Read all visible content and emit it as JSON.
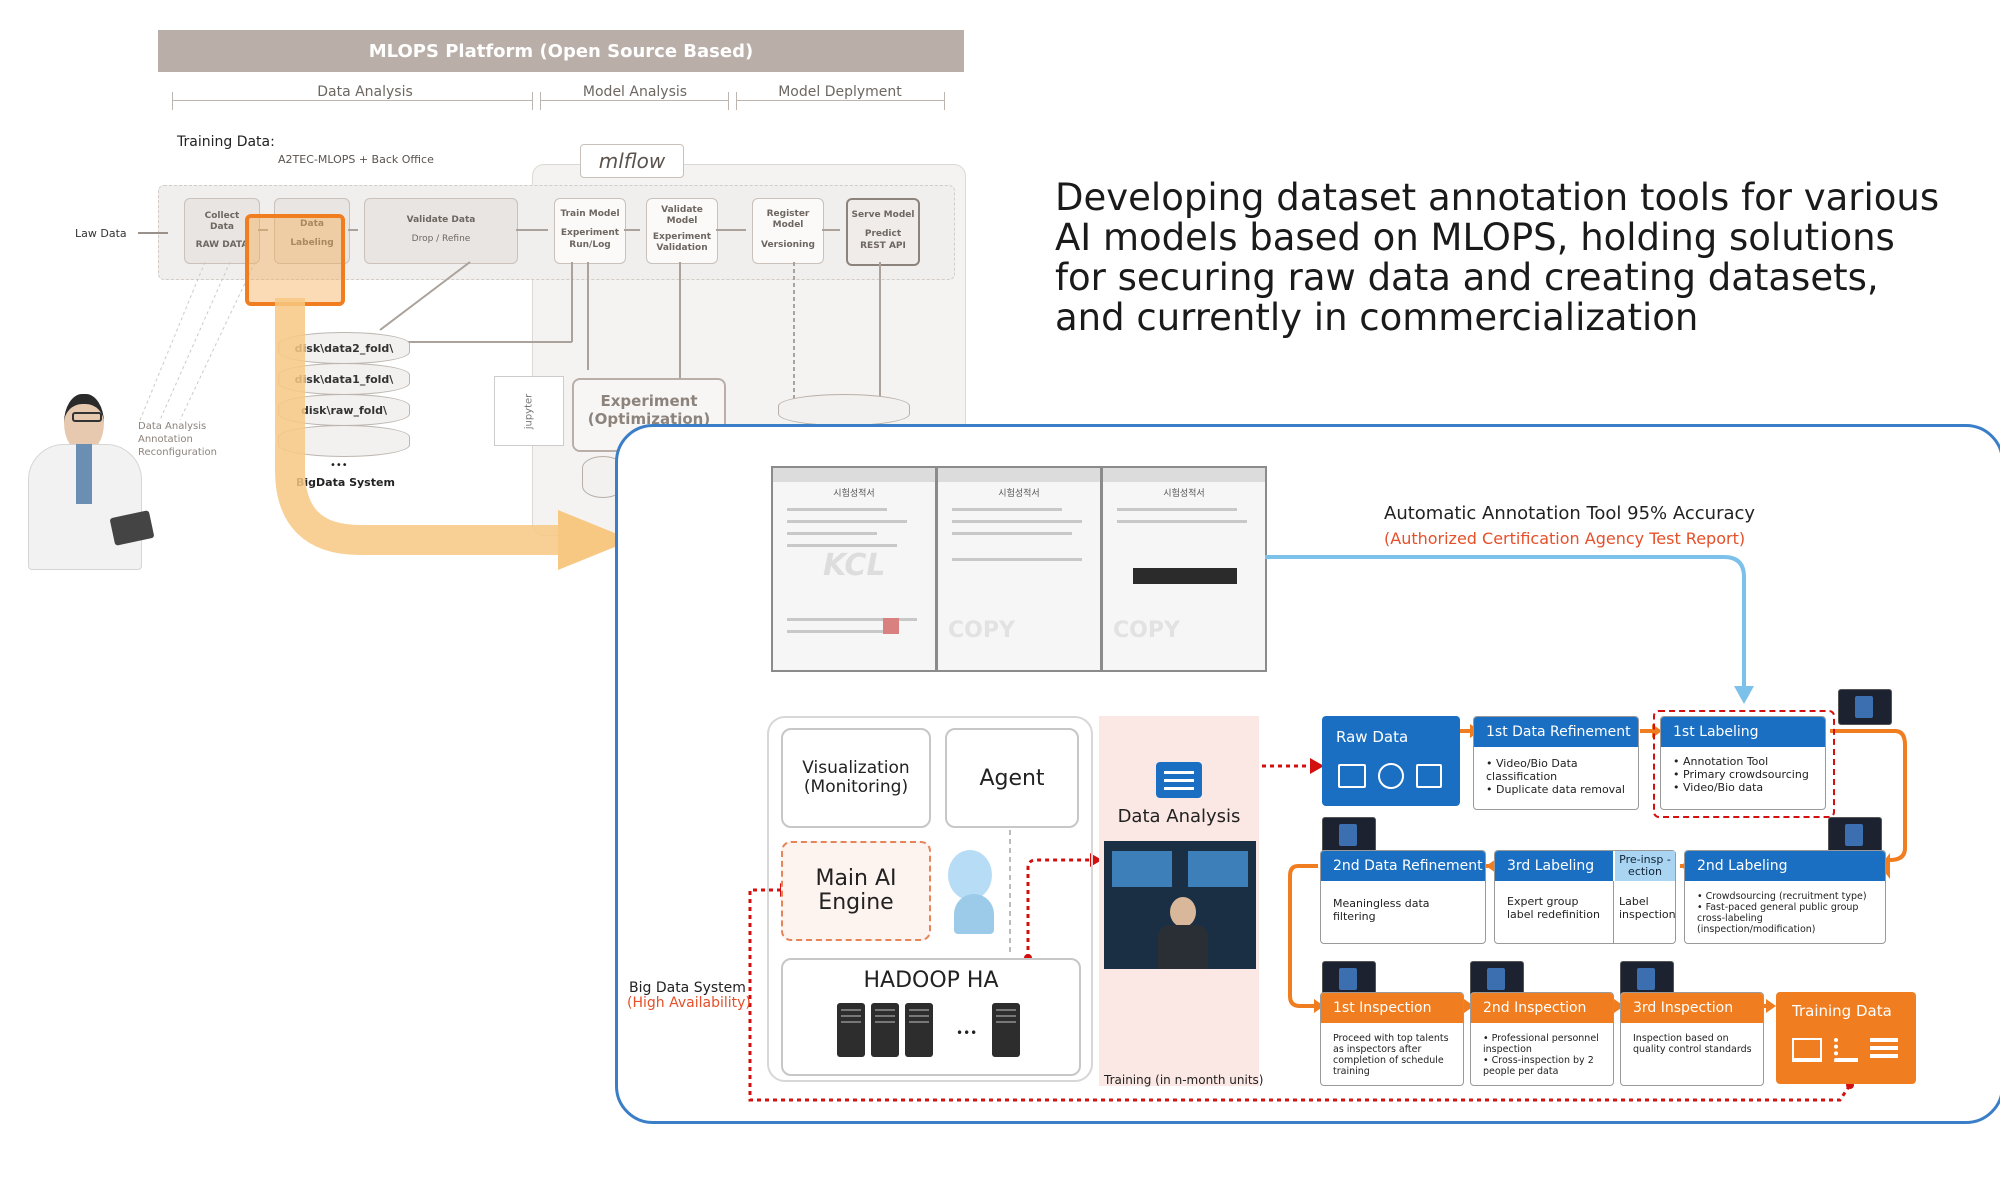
{
  "mlops": {
    "platform_title": "MLOPS Platform (Open Source Based)",
    "phases": [
      "Data Analysis",
      "Model Analysis",
      "Model Deplyment"
    ],
    "training_data_label": "Training Data:",
    "training_data_sub": "A2TEC-MLOPS + Back Office",
    "mlflow": "mlflow",
    "law_data": "Law Data",
    "nodes": {
      "collect": [
        "Collect",
        "Data",
        "RAW DATA"
      ],
      "labeling": [
        "Data",
        "Labeling"
      ],
      "validate": [
        "Validate Data",
        "Drop / Refine"
      ],
      "train": [
        "Train Model",
        "Experiment",
        "Run/Log"
      ],
      "validate_model": [
        "Validate",
        "Model",
        "Experiment",
        "Validation"
      ],
      "register": [
        "Register",
        "Model",
        "Versioning"
      ],
      "serve": [
        "Serve Model",
        "Predict",
        "REST API"
      ]
    },
    "disks": [
      "disk\\data2_fold\\",
      "disk\\data1_fold\\",
      "disk\\raw_fold\\"
    ],
    "bigdata_dots": "•••",
    "bigdata_label": "BigData System",
    "person_caption": [
      "Data Analysis",
      "Annotation",
      "Reconfiguration"
    ],
    "jupyter": "jupyter",
    "experiment": "Experiment",
    "experiment_sub": "(Optimization)"
  },
  "headline": "Developing dataset annotation tools for various AI models based on MLOPS, holding solutions for securing raw data and creating datasets, and currently in commercialization",
  "reports": {
    "title": "시험성적서",
    "watermark": "COPY"
  },
  "accuracy": {
    "title": "Automatic Annotation Tool 95% Accuracy",
    "subtitle": "(Authorized Certification Agency Test Report)"
  },
  "system": {
    "visualization": "Visualization (Monitoring)",
    "agent": "Agent",
    "main_ai": "Main AI Engine",
    "hadoop": "HADOOP HA",
    "hadoop_dots": "•••",
    "bigdata": "Big Data System",
    "bigdata_sub": "(High Availability)",
    "data_analysis": "Data Analysis",
    "training_caption": "Training (in n-month units)"
  },
  "flow": {
    "raw_data": "Raw Data",
    "refine1": {
      "title": "1st Data Refinement",
      "items": [
        "Video/Bio Data classification",
        "Duplicate data removal"
      ]
    },
    "label1": {
      "title": "1st Labeling",
      "items": [
        "Annotation Tool",
        "Primary crowdsourcing",
        "Video/Bio data"
      ]
    },
    "label2": {
      "title": "2nd Labeling",
      "items": [
        "Crowdsourcing (recruitment type)",
        "Fast-paced general public group cross-labeling (inspection/modification)"
      ]
    },
    "pre_insp": "Pre-insp -ection",
    "label3": {
      "title": "3rd Labeling",
      "body": "Expert group label redefinition",
      "side": "Label inspection"
    },
    "refine2": {
      "title": "2nd Data Refinement",
      "body": "Meaningless data filtering"
    },
    "insp1": {
      "title": "1st Inspection",
      "body": "Proceed with top talents as inspectors after completion of schedule training"
    },
    "insp2": {
      "title": "2nd Inspection",
      "items": [
        "Professional personnel inspection",
        "Cross-inspection by 2 people per data"
      ]
    },
    "insp3": {
      "title": "3rd Inspection",
      "body": "Inspection based on quality control standards"
    },
    "training": "Training Data"
  },
  "colors": {
    "blue": "#1a6fc2",
    "orange": "#f07d1f",
    "red": "#d40f0f",
    "panel_border": "#3b7ec8"
  }
}
